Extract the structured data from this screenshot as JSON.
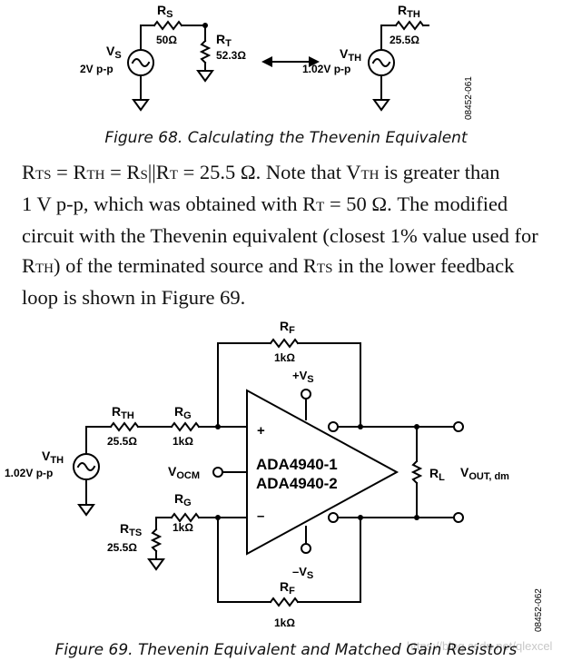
{
  "figure68": {
    "rs_label": "R",
    "rs_sub": "S",
    "rs_value": "50Ω",
    "rt_label": "R",
    "rt_sub": "T",
    "rt_value": "52.3Ω",
    "vs_label": "V",
    "vs_sub": "S",
    "vs_value": "2V p-p",
    "rth_label": "R",
    "rth_sub": "TH",
    "rth_value": "25.5Ω",
    "vth_label": "V",
    "vth_sub": "TH",
    "vth_value": "1.02V p-p",
    "code": "08452-061",
    "caption": "Figure 68. Calculating the Thevenin Equivalent"
  },
  "paragraph": {
    "l1": [
      "R",
      "TS",
      " = R",
      "TH",
      " = R",
      "S",
      "||R",
      "T",
      " = 25.5 Ω. Note that V",
      "TH",
      " is greater than"
    ],
    "l2": [
      "1 V p-p, which was obtained with R",
      "T",
      " = 50 Ω. The modified"
    ],
    "l3": [
      "circuit with the Thevenin equivalent (closest 1% value used for"
    ],
    "l4": [
      "R",
      "TH",
      ") of the terminated source and R",
      "TS",
      " in the lower feedback"
    ],
    "l5": [
      "loop is shown in Figure 69."
    ]
  },
  "figure69": {
    "rf_top_label": "R",
    "rf_top_sub": "F",
    "rf_top_value": "1kΩ",
    "rf_bot_label": "R",
    "rf_bot_sub": "F",
    "rf_bot_value": "1kΩ",
    "rth_label": "R",
    "rth_sub": "TH",
    "rth_value": "25.5Ω",
    "rg_top_label": "R",
    "rg_top_sub": "G",
    "rg_top_value": "1kΩ",
    "rg_bot_label": "R",
    "rg_bot_sub": "G",
    "rg_bot_value": "1kΩ",
    "rts_label": "R",
    "rts_sub": "TS",
    "rts_value": "25.5Ω",
    "vth_label": "V",
    "vth_sub": "TH",
    "vth_value": "1.02V p-p",
    "vocm_label": "V",
    "vocm_sub": "OCM",
    "vs_pos": "+V",
    "vs_pos_sub": "S",
    "vs_neg": "–V",
    "vs_neg_sub": "S",
    "plus": "+",
    "minus": "–",
    "part1": "ADA4940-1",
    "part2": "ADA4940-2",
    "rl_label": "R",
    "rl_sub": "L",
    "vout_label": "V",
    "vout_sub": "OUT, dm",
    "code": "08452-062",
    "caption": "Figure 69. Thevenin Equivalent and Matched Gain Resistors"
  },
  "watermark": "https://blog.csdn.net/qlexcel"
}
